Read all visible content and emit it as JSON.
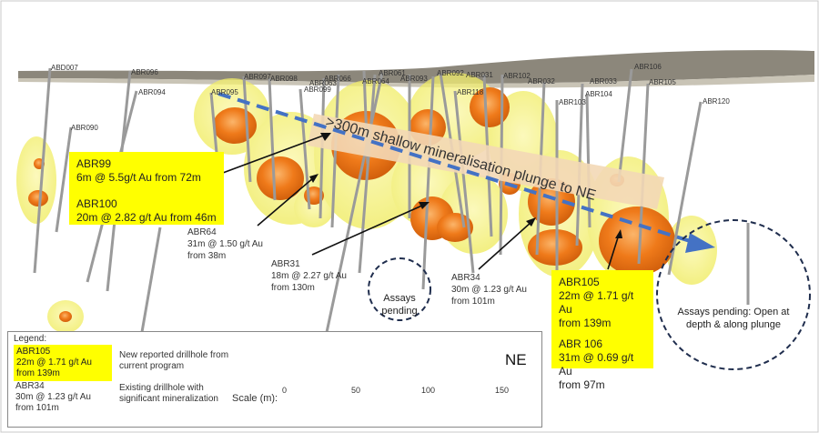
{
  "colors": {
    "callout_bg": "#ffff00",
    "trend_arrow": "#4472c4",
    "ore_orange": "#e87722",
    "halo_yellow": "#f5f060",
    "drillhole": "#9a9a9a"
  },
  "drillholes": [
    {
      "id": "ABD007"
    },
    {
      "id": "ABR096"
    },
    {
      "id": "ABR094"
    },
    {
      "id": "ABR095"
    },
    {
      "id": "ABR090"
    },
    {
      "id": "ABR097"
    },
    {
      "id": "ABR098"
    },
    {
      "id": "ABR099"
    },
    {
      "id": "ABR066"
    },
    {
      "id": "ABR063"
    },
    {
      "id": "ABR061"
    },
    {
      "id": "ABR064"
    },
    {
      "id": "ABR093"
    },
    {
      "id": "ABR092"
    },
    {
      "id": "ABR031"
    },
    {
      "id": "ABR102"
    },
    {
      "id": "ABR118"
    },
    {
      "id": "ABR032"
    },
    {
      "id": "ABR033"
    },
    {
      "id": "ABR104"
    },
    {
      "id": "ABR103"
    },
    {
      "id": "ABR106"
    },
    {
      "id": "ABR105"
    },
    {
      "id": "ABR120"
    }
  ],
  "plunge_label": ">300m shallow mineralisation plunge to NE",
  "callouts": {
    "abr99_title": "ABR99",
    "abr99_result": "6m @ 5.5g/t Au from 72m",
    "abr100_title": "ABR100",
    "abr100_result": "20m @ 2.82 g/t Au from 46m",
    "abr105_title": "ABR105",
    "abr105_result_1": "22m @ 1.71 g/t Au",
    "abr105_result_2": "from 139m",
    "abr106_title": "ABR 106",
    "abr106_result_1": "31m @ 0.69 g/t Au",
    "abr106_result_2": "from 97m"
  },
  "notes": {
    "abr64": [
      "ABR64",
      "31m @ 1.50 g/t Au",
      "from 38m"
    ],
    "abr31": [
      "ABR31",
      "18m @ 2.27 g/t Au",
      "from 130m"
    ],
    "abr34": [
      "ABR34",
      "30m @ 1.23 g/t Au",
      "from 101m"
    ]
  },
  "pending": {
    "small": [
      "Assays",
      "pending"
    ],
    "large": [
      "Assays pending: Open at",
      "depth & along plunge"
    ]
  },
  "legend": {
    "title": "Legend:",
    "new_example": [
      "ABR105",
      "22m @ 1.71 g/t Au",
      "from 139m"
    ],
    "new_desc": [
      "New reported drillhole from",
      "current program"
    ],
    "existing_example": [
      "ABR34",
      "30m @ 1.23 g/t Au",
      "from 101m"
    ],
    "existing_desc": [
      "Existing drillhole with",
      "significant mineralization"
    ]
  },
  "scale": {
    "label": "Scale (m):",
    "ticks": [
      "0",
      "50",
      "100",
      "150"
    ]
  },
  "direction": "NE"
}
